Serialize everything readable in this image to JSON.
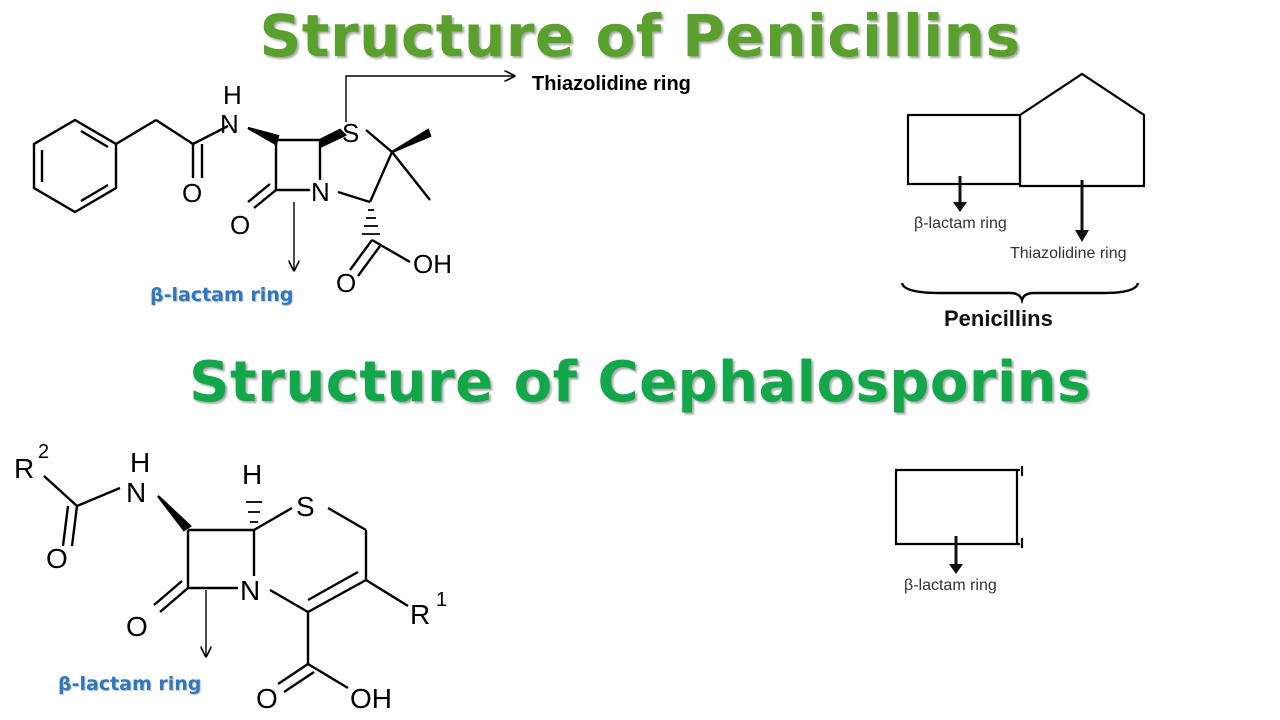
{
  "titles": {
    "penicillins": "Structure of Penicillins",
    "cephalosporins": "Structure of Cephalosporins"
  },
  "penicillin_structure": {
    "atoms": {
      "h": "H",
      "n_amide": "N",
      "s": "S",
      "n_ring": "N",
      "o_amide": "O",
      "o_lactam": "O",
      "oh": "OH",
      "o_acid": "O"
    },
    "labels": {
      "thiazolidine": "Thiazolidine ring",
      "beta_lactam": "β-lactam ring"
    }
  },
  "penicillin_schematic": {
    "beta_lactam": "β-lactam ring",
    "thiazolidine": "Thiazolidine ring",
    "caption": "Penicillins"
  },
  "cephalosporin_structure": {
    "atoms": {
      "r2": "R",
      "r2_sup": "2",
      "h_amide": "H",
      "n_amide": "N",
      "h_ring": "H",
      "s": "S",
      "o_amide": "O",
      "n_ring": "N",
      "o_lactam": "O",
      "r1": "R",
      "r1_sup": "1",
      "o_acid": "O",
      "oh": "OH"
    },
    "labels": {
      "beta_lactam": "β-lactam ring"
    }
  },
  "cephalosporin_schematic": {
    "beta_lactam": "β-lactam ring"
  },
  "colors": {
    "penicillin_title": "#5aa02c",
    "cephalosporin_title": "#12a84a",
    "label_blue": "#2e78c2"
  }
}
